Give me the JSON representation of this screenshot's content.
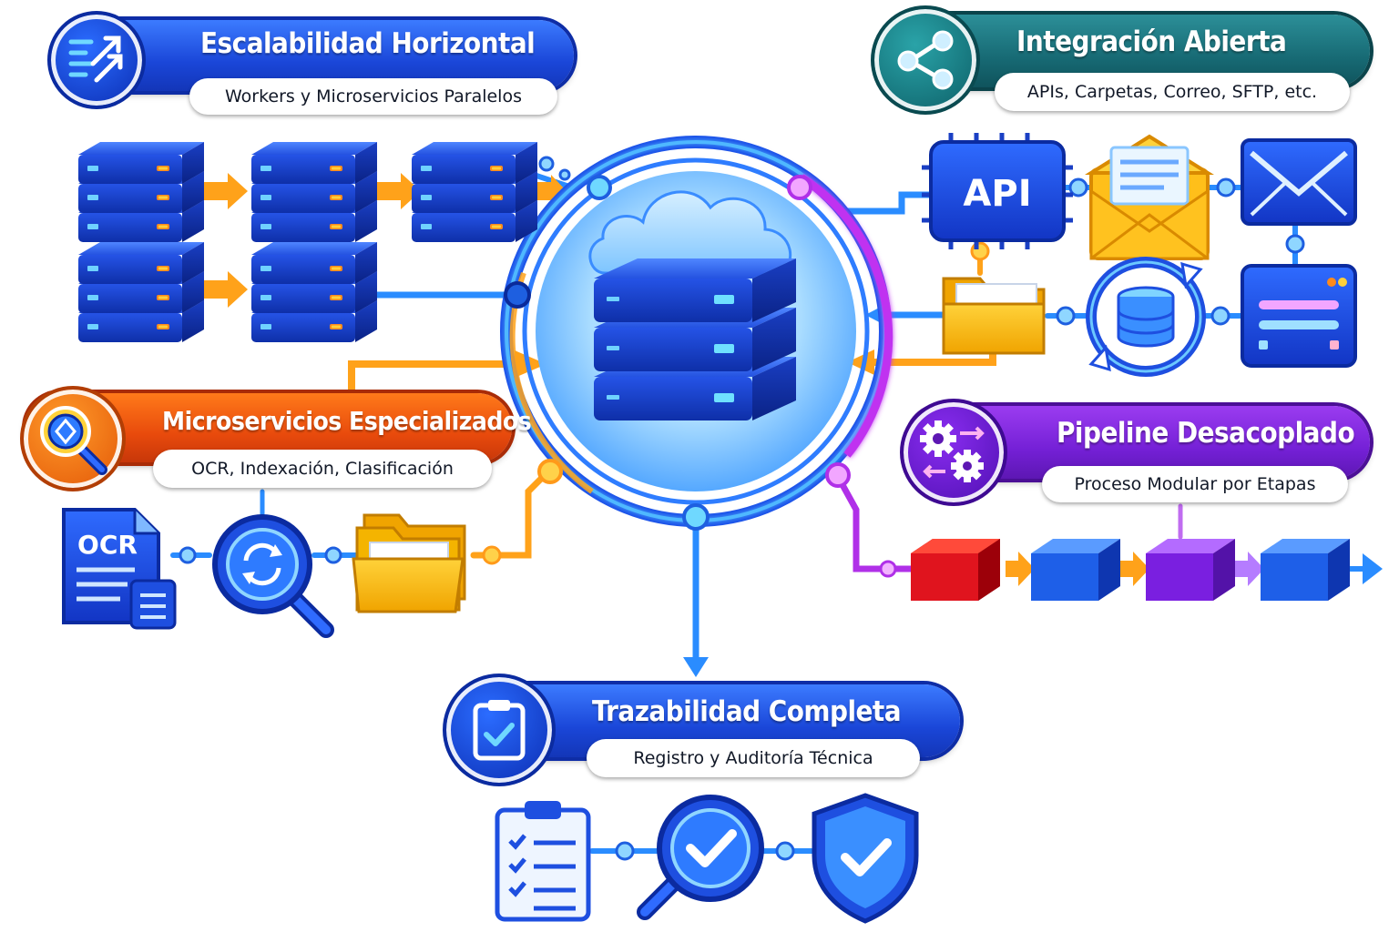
{
  "sections": {
    "escalabilidad": {
      "title": "Escalabilidad Horizontal",
      "subtitle": "Workers y Microservicios Paralelos"
    },
    "integracion": {
      "title": "Integración Abierta",
      "subtitle": "APIs, Carpetas, Correo, SFTP, etc."
    },
    "microservicios": {
      "title": "Microservicios Especializados",
      "subtitle": "OCR, Indexación, Clasificación"
    },
    "pipeline": {
      "title": "Pipeline Desacoplado",
      "subtitle": "Proceso Modular por Etapas"
    },
    "trazabilidad": {
      "title": "Trazabilidad Completa",
      "subtitle": "Registro y Auditoría Técnica"
    }
  },
  "labels": {
    "api": "API",
    "ocr": "OCR"
  },
  "icons": {
    "escalabilidad": "scale-arrows-icon",
    "integracion": "share-nodes-icon",
    "microservicios": "magnifier-icon",
    "pipeline": "gears-icon",
    "trazabilidad": "clipboard-check-icon",
    "hub": "cloud-server-icon"
  },
  "colors": {
    "blue": "#1a46d8",
    "teal": "#176a74",
    "orange": "#e84a0c",
    "purple": "#7420d6",
    "connector_blue": "#2a8cff",
    "connector_orange": "#ffa21a",
    "connector_purple": "#b030e8"
  }
}
